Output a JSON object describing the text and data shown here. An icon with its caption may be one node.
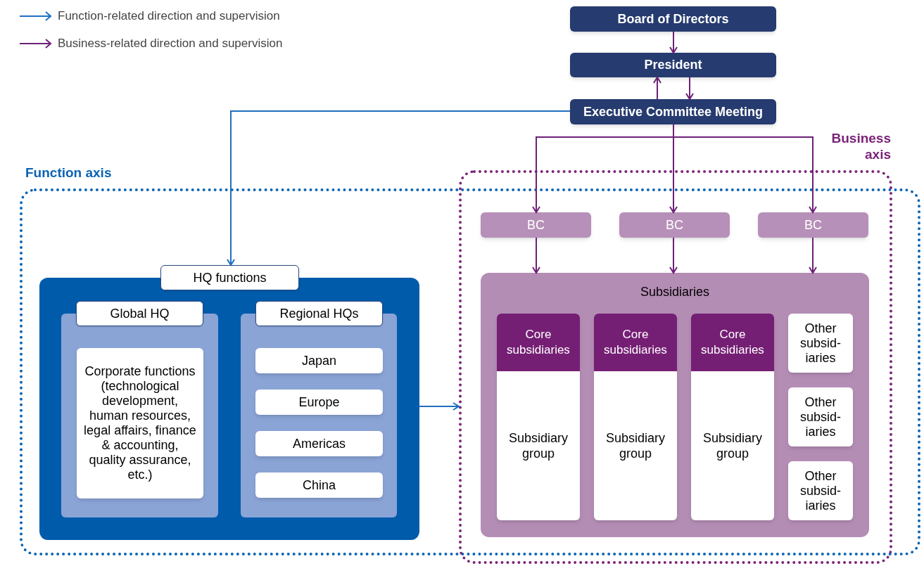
{
  "diagram": {
    "nodes": [
      {
        "text": [
          "Board of Directors"
        ]
      },
      {
        "text": [
          "President"
        ]
      },
      {
        "text": [
          "Executive Committee Meeting"
        ]
      },
      {
        "text": [
          "Function axis"
        ]
      },
      {
        "text": [
          "Business axis"
        ]
      },
      {
        "text": [
          "HQ functions"
        ],
        "in": 3
      },
      {
        "text": [
          "Global HQ"
        ],
        "in": 5
      },
      {
        "text": [
          "Corporate functions (technological development, human resources, legal affairs, finance & accounting, quality assurance, etc.)"
        ],
        "in": 6
      },
      {
        "text": [
          "Regional HQs"
        ],
        "in": 5
      },
      {
        "text": [
          "Japan"
        ],
        "in": 8
      },
      {
        "text": [
          "Europe"
        ],
        "in": 8
      },
      {
        "text": [
          "Americas"
        ],
        "in": 8
      },
      {
        "text": [
          "China"
        ],
        "in": 8
      },
      {
        "text": [
          "BC"
        ],
        "in": 4
      },
      {
        "text": [
          "BC"
        ],
        "in": 4
      },
      {
        "text": [
          "BC"
        ],
        "in": 4
      },
      {
        "text": [
          "Subsidiaries"
        ],
        "in": 4
      },
      {
        "text": [
          "Core subsidiaries",
          "Subsidiary group"
        ],
        "in": 16
      },
      {
        "text": [
          "Core subsidiaries",
          "Subsidiary group"
        ],
        "in": 16
      },
      {
        "text": [
          "Core subsidiaries",
          "Subsidiary group"
        ],
        "in": 16
      },
      {
        "text": [
          "Other subsid-iaries"
        ],
        "in": 16
      },
      {
        "text": [
          "Other subsid-iaries"
        ],
        "in": 16
      },
      {
        "text": [
          "Other subsid-iaries"
        ],
        "in": 16
      }
    ],
    "edges": [
      {
        "from": 0,
        "to": 1,
        "arrow": "to"
      },
      {
        "from": 1,
        "to": 2,
        "arrow": "to"
      },
      {
        "from": 2,
        "to": 1,
        "arrow": "to"
      },
      {
        "from": 2,
        "to": 5,
        "arrow": "to",
        "color": "#1f6fc0"
      },
      {
        "from": 2,
        "to": 13,
        "arrow": "to"
      },
      {
        "from": 2,
        "to": 14,
        "arrow": "to"
      },
      {
        "from": 2,
        "to": 15,
        "arrow": "to"
      },
      {
        "from": 13,
        "to": 16,
        "arrow": "to"
      },
      {
        "from": 14,
        "to": 16,
        "arrow": "to"
      },
      {
        "from": 15,
        "to": 16,
        "arrow": "to"
      },
      {
        "from": 5,
        "to": 4,
        "arrow": "to",
        "color": "#1f6fc0"
      }
    ],
    "legend": [
      {
        "text": "Function-related direction and supervision"
      },
      {
        "text": "Business-related direction and supervision"
      }
    ]
  }
}
